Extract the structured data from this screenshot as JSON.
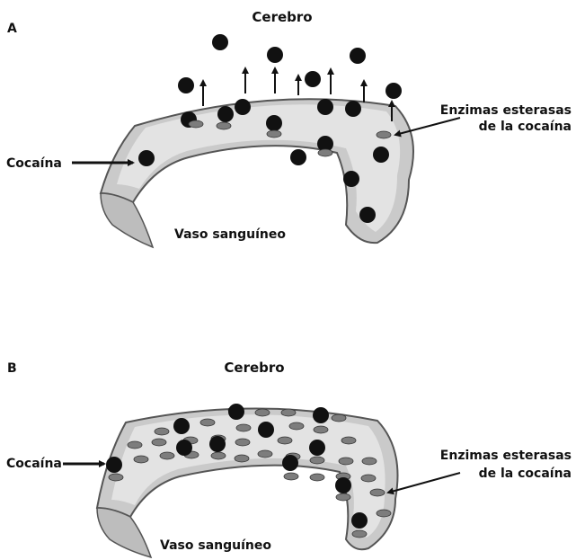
{
  "colors": {
    "vessel_fill": "#c9c9c9",
    "vessel_light": "#e4e4e4",
    "vessel_stroke": "#555555",
    "cocaine": "#111111",
    "enzyme": "#7d7d7d",
    "arrow": "#111111"
  },
  "panels": [
    {
      "letter": "A",
      "top_label": "Cerebro",
      "bottom_label": "Vaso sanguíneo",
      "left_label": "Cocaína",
      "right_label_line1": "Enzimas esterasas",
      "right_label_line2": "de la cocaína"
    },
    {
      "letter": "B",
      "top_label": "Cerebro",
      "bottom_label": "Vaso sanguíneo",
      "left_label": "Cocaína",
      "right_label_line1": "Enzimas esterasas",
      "right_label_line2": "de la cocaína"
    }
  ]
}
